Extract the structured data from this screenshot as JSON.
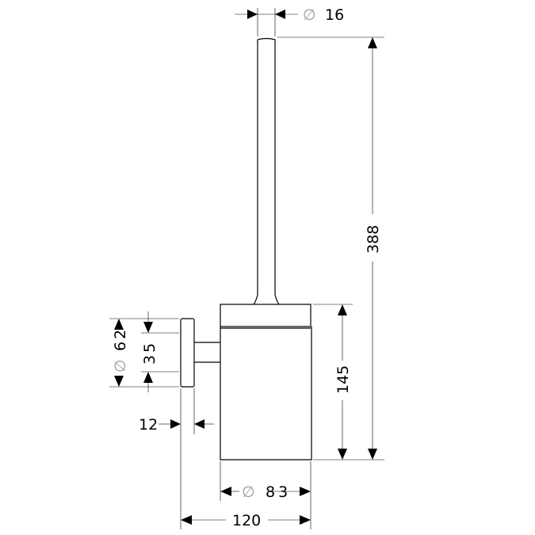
{
  "dimensions": {
    "rod_diameter": {
      "symbol": "∅",
      "value": "16"
    },
    "total_height": "388",
    "holder_height": "145",
    "holder_diameter": {
      "symbol": "∅",
      "value": "83"
    },
    "total_depth": "120",
    "plate_thickness": "12",
    "plate_diameter": {
      "symbol": "∅",
      "value": "62"
    },
    "hole_spacing": "35"
  }
}
